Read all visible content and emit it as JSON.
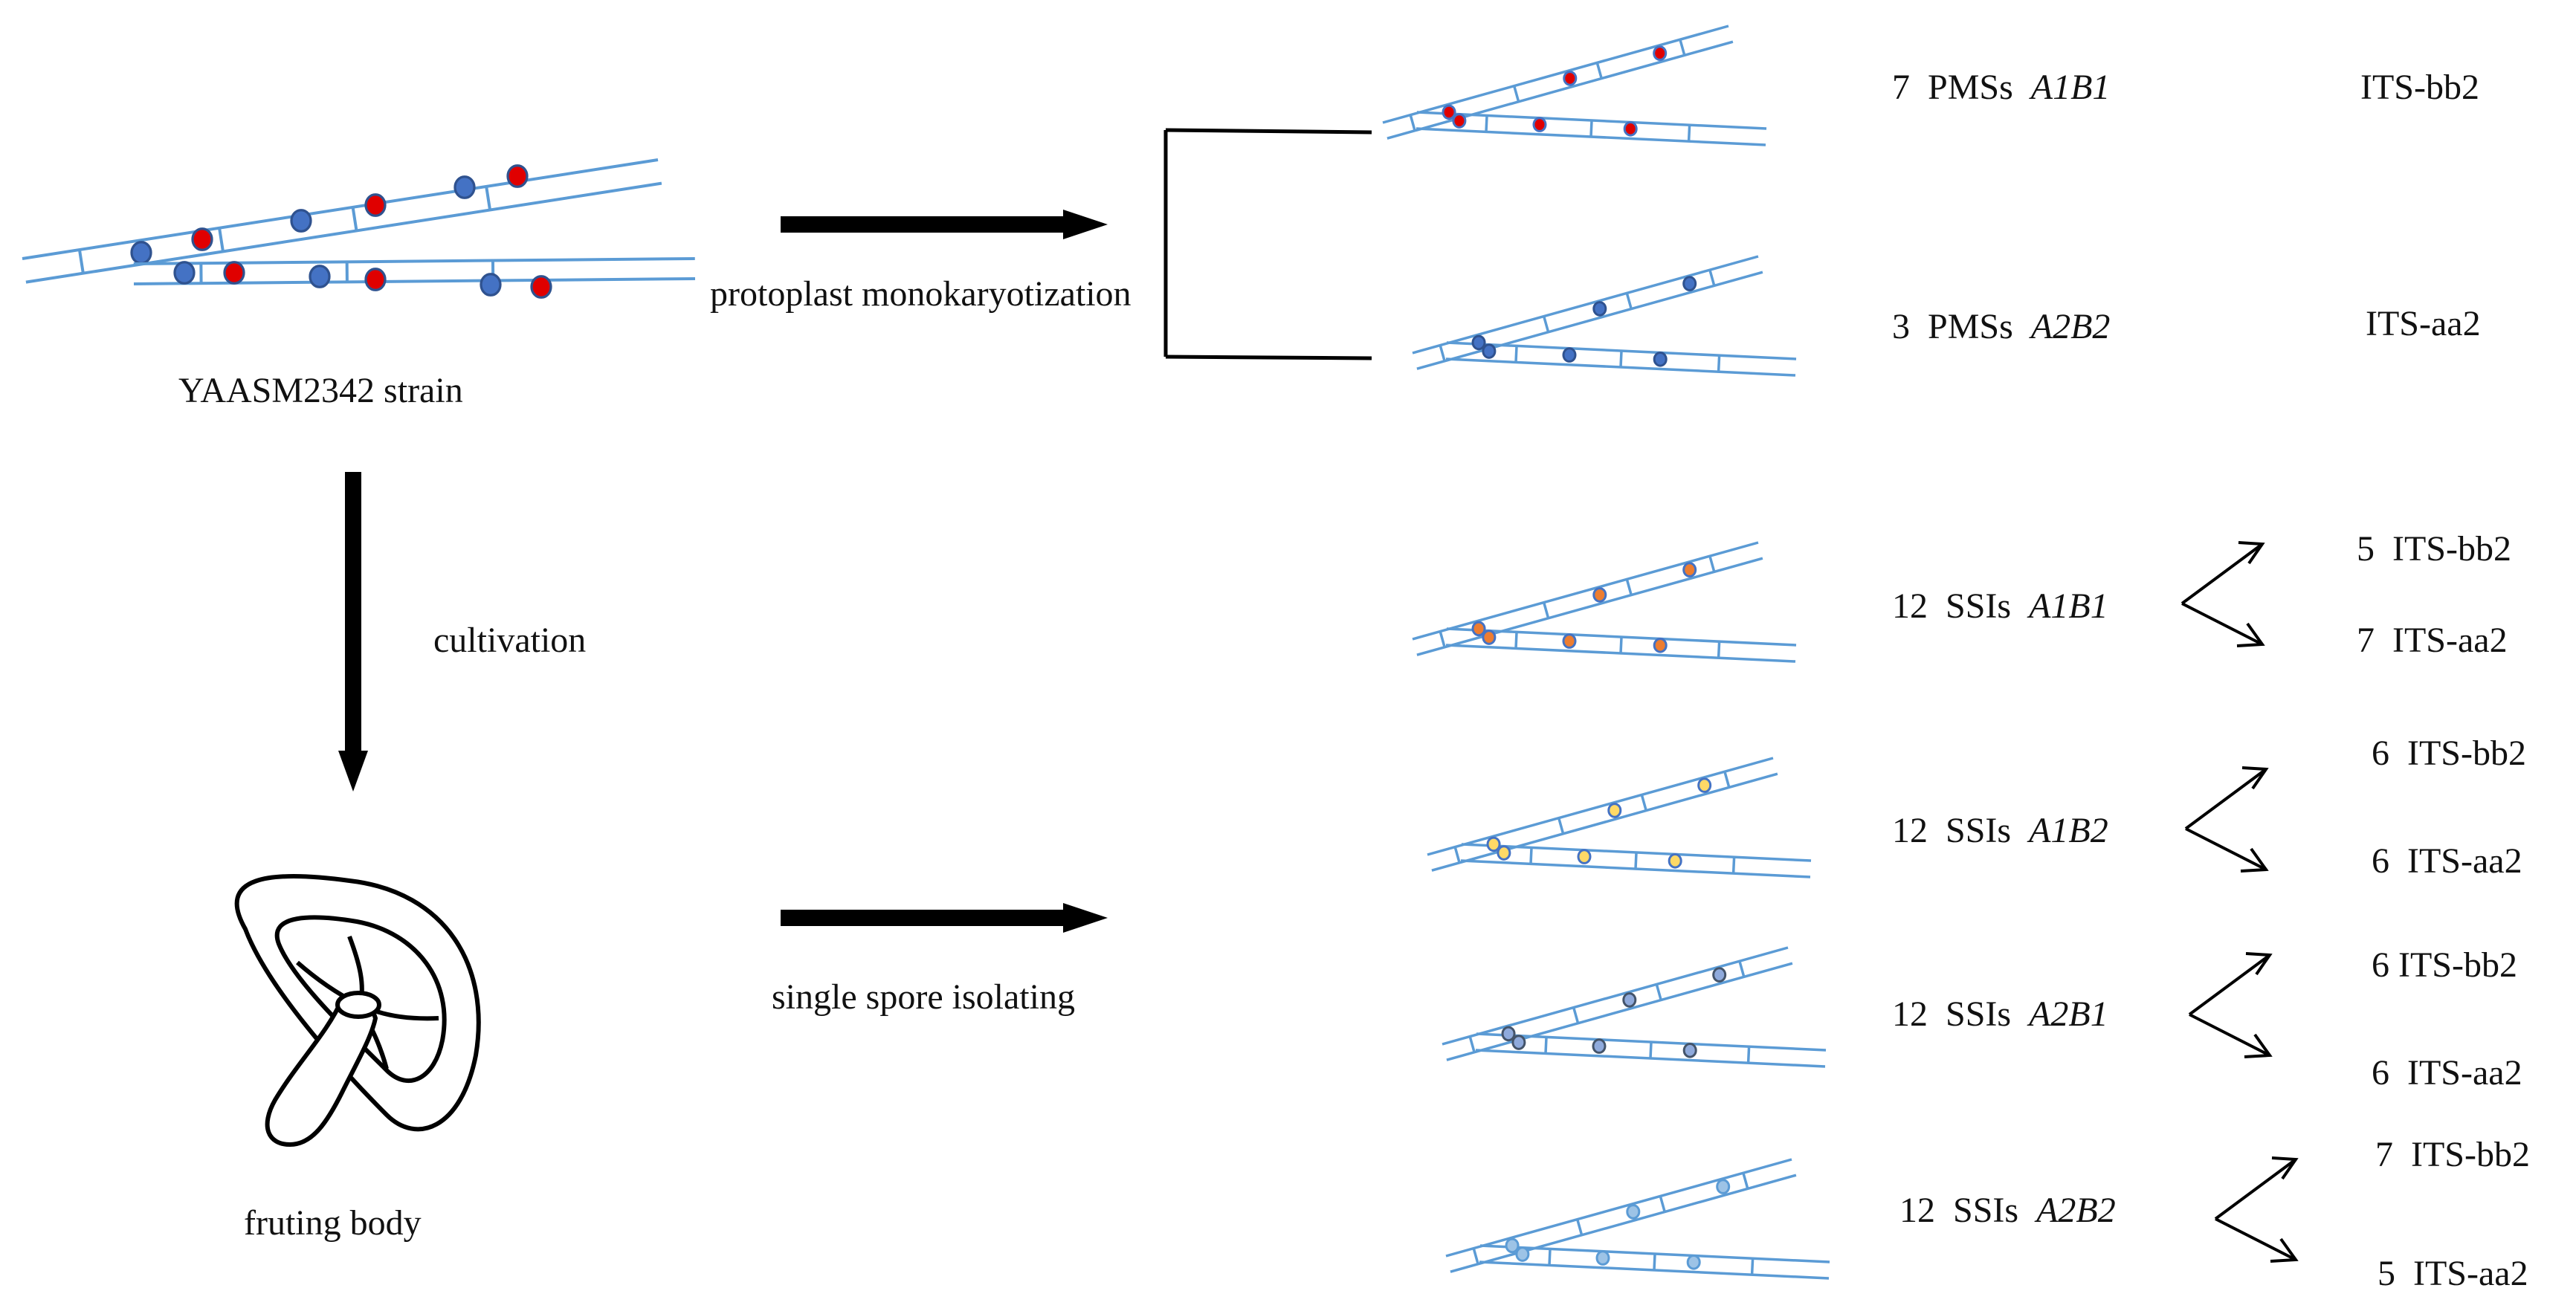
{
  "colors": {
    "strand": "#5b9bd5",
    "nucleus_blue": "#4472c4",
    "nucleus_red": "#e00000",
    "nucleus_orange": "#ed7d31",
    "nucleus_yellow": "#ffd966",
    "nucleus_gray": "#8faadc",
    "nucleus_lightblue": "#9dc3e6",
    "arrow": "#000000"
  },
  "labels": {
    "strain": "YAASM2342 strain",
    "protoplast": "protoplast monokaryotization",
    "cultivation": "cultivation",
    "fruiting_body": "fruting body",
    "single_spore": "single spore isolating"
  },
  "pms_rows": [
    {
      "count": "7",
      "type": "PMSs",
      "mating": "A1B1",
      "its": "ITS-bb2"
    },
    {
      "count": "3",
      "type": "PMSs",
      "mating": "A2B2",
      "its": "ITS-aa2"
    }
  ],
  "ssi_rows": [
    {
      "count": "12",
      "type": "SSIs",
      "mating": "A1B1",
      "its_top": "5  ITS-bb2",
      "its_bottom": "7  ITS-aa2"
    },
    {
      "count": "12",
      "type": "SSIs",
      "mating": "A1B2",
      "its_top": "6  ITS-bb2",
      "its_bottom": "6  ITS-aa2"
    },
    {
      "count": "12",
      "type": "SSIs",
      "mating": "A2B1",
      "its_top": "6 ITS-bb2",
      "its_bottom": "6  ITS-aa2"
    },
    {
      "count": "12",
      "type": "SSIs",
      "mating": "A2B2",
      "its_top": "7  ITS-bb2",
      "its_bottom": "5  ITS-aa2"
    }
  ]
}
